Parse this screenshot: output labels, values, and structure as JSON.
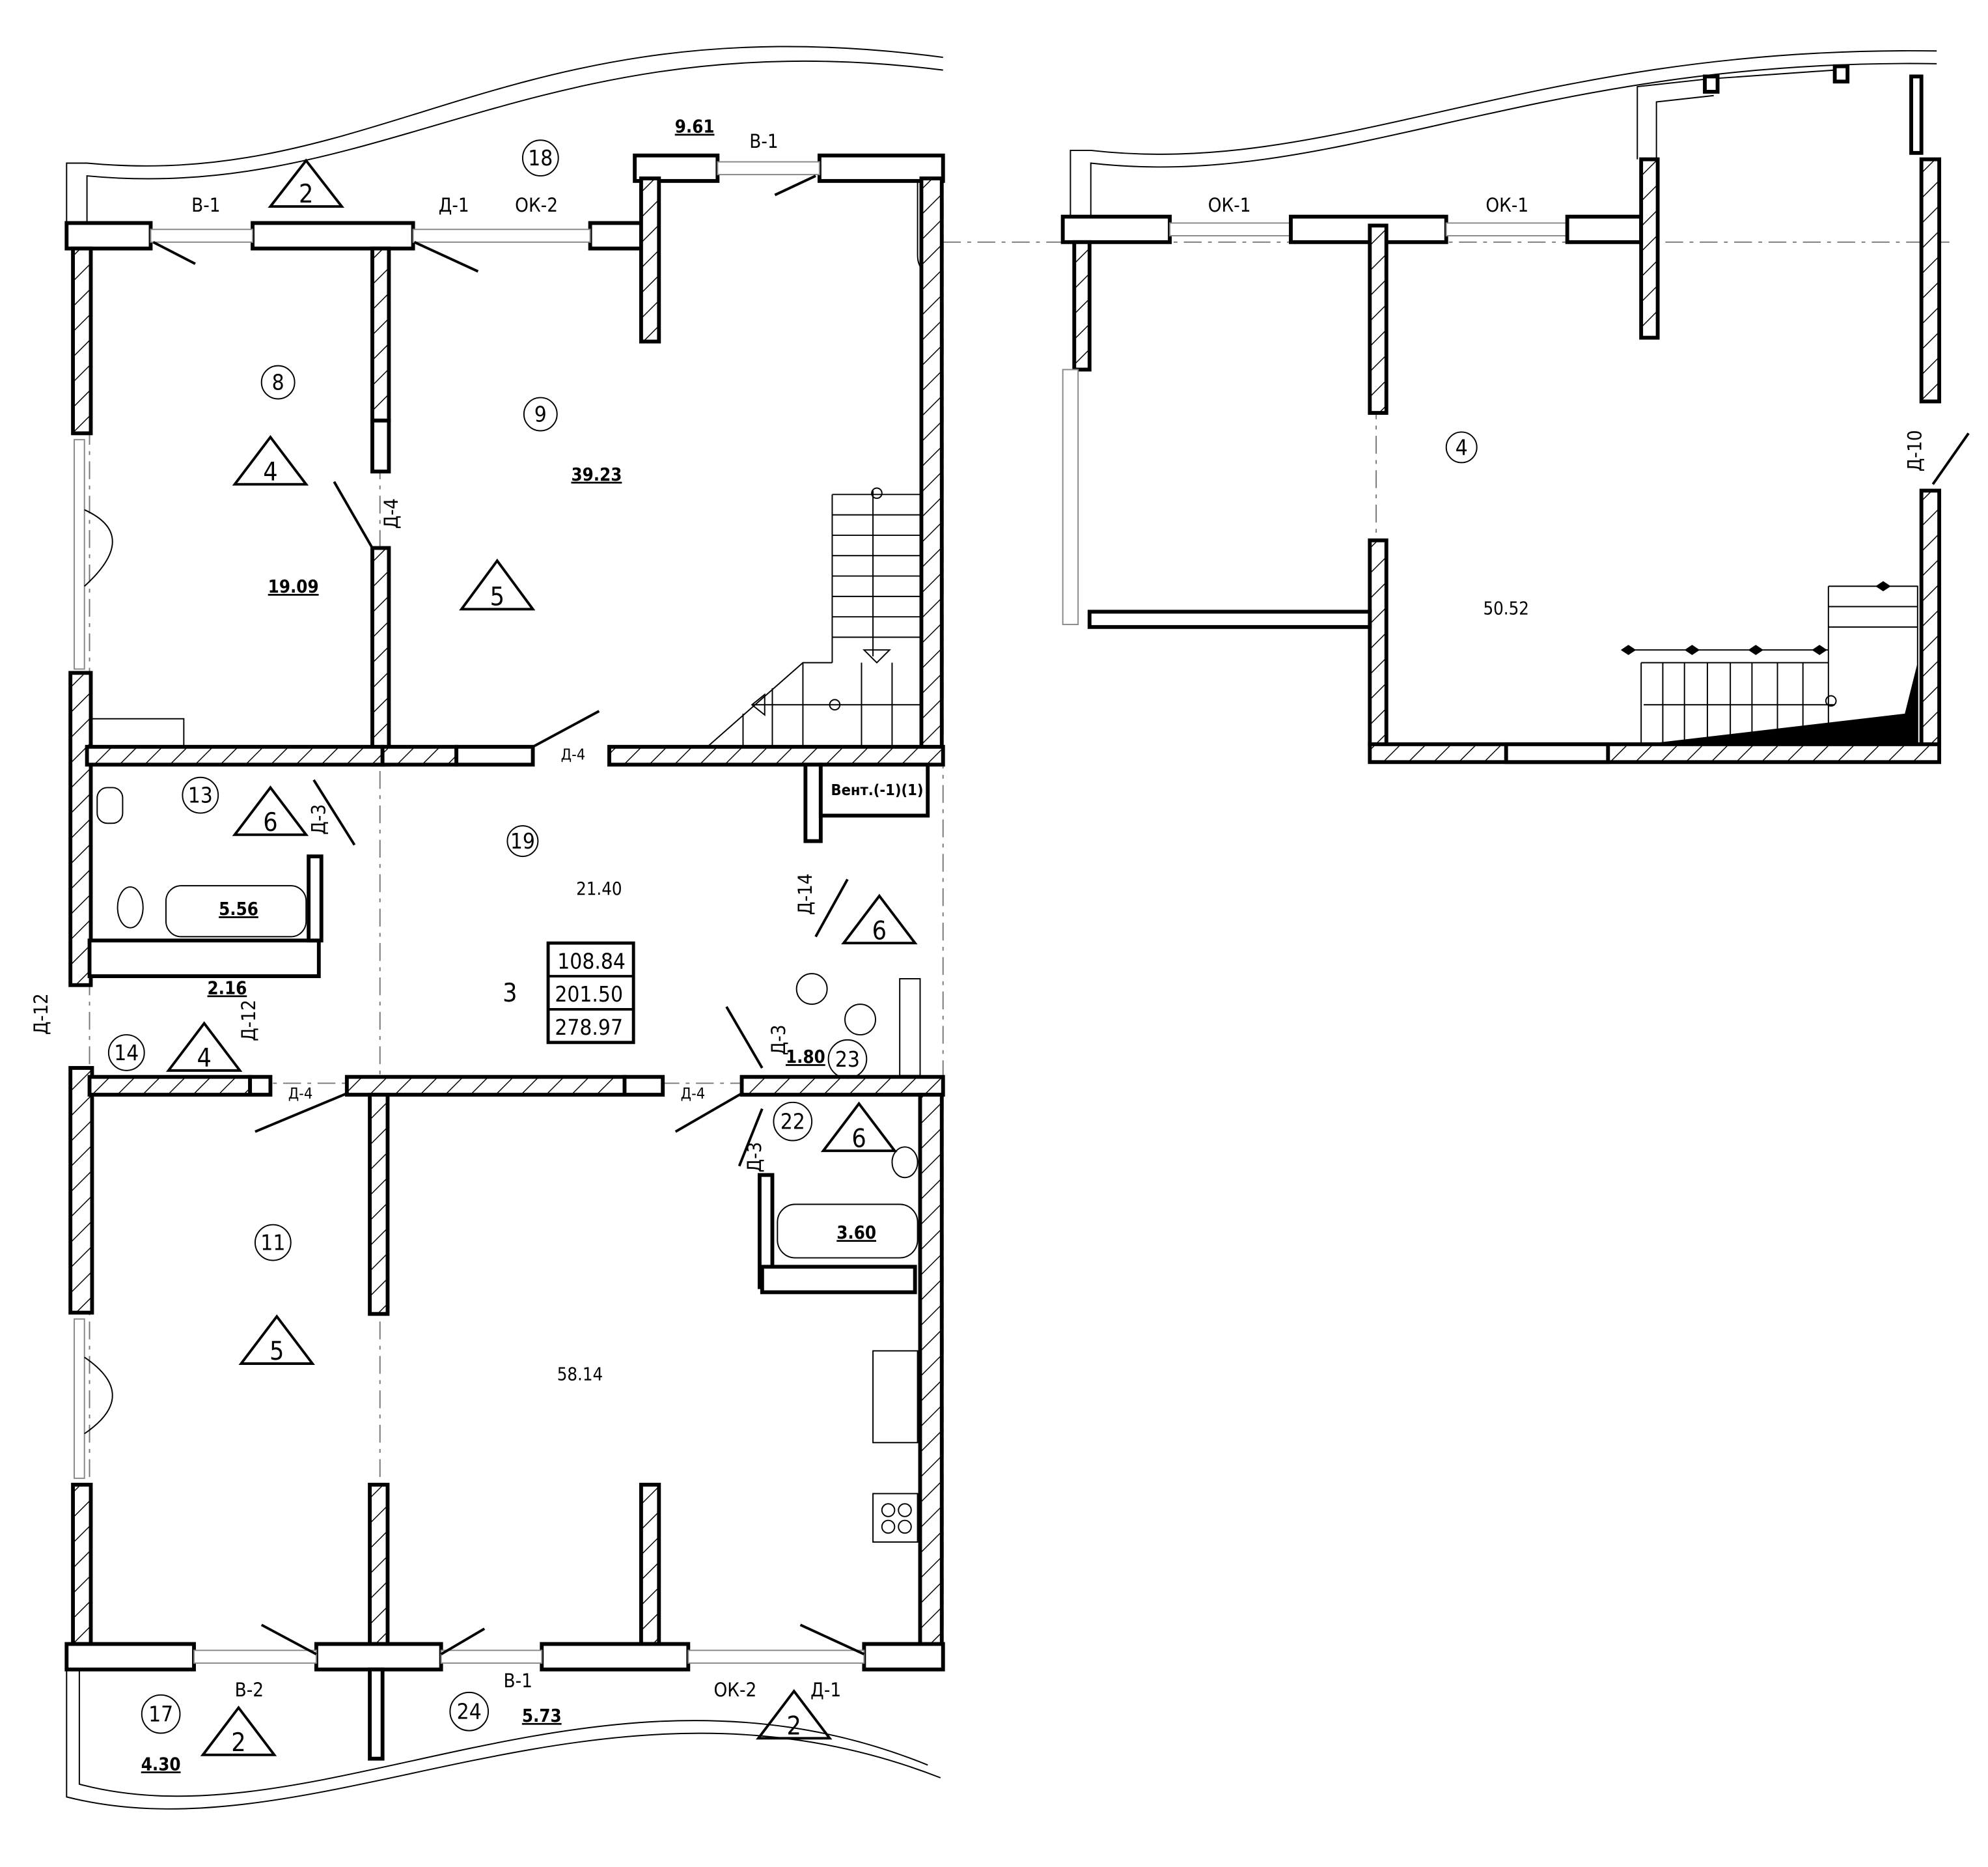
{
  "apartment": {
    "number": "3",
    "areas": [
      "108.84",
      "201.50",
      "278.97"
    ]
  },
  "rooms": [
    {
      "number": "8",
      "area": "19.09"
    },
    {
      "number": "9",
      "area": "39.23"
    },
    {
      "number": "18",
      "area": "9.61"
    },
    {
      "number": "13",
      "area": "5.56"
    },
    {
      "number": "19",
      "area": "21.40"
    },
    {
      "number": "14",
      "area": "2.16"
    },
    {
      "number": "23",
      "area": "1.80"
    },
    {
      "number": "22",
      "area": "3.60"
    },
    {
      "number": "11",
      "area": ""
    },
    {
      "number": "",
      "area": "58.14"
    },
    {
      "number": "17",
      "area": "4.30"
    },
    {
      "number": "24",
      "area": "5.73"
    },
    {
      "number": "4",
      "area": "50.52"
    }
  ],
  "finish_markers": [
    "2",
    "4",
    "5",
    "6",
    "4",
    "6",
    "6",
    "5",
    "2",
    "2"
  ],
  "openings": [
    "В-1",
    "Д-1",
    "ОК-2",
    "В-1",
    "Д-4",
    "Д-4",
    "Д-3",
    "Д-14",
    "Д-12",
    "Д-12",
    "Д-4",
    "Д-4",
    "Д-3",
    "Д-3",
    "В-2",
    "В-1",
    "ОК-2",
    "Д-1",
    "ОК-1",
    "ОК-1",
    "Д-10"
  ],
  "vent_label": "Вент.(-1)(1)"
}
